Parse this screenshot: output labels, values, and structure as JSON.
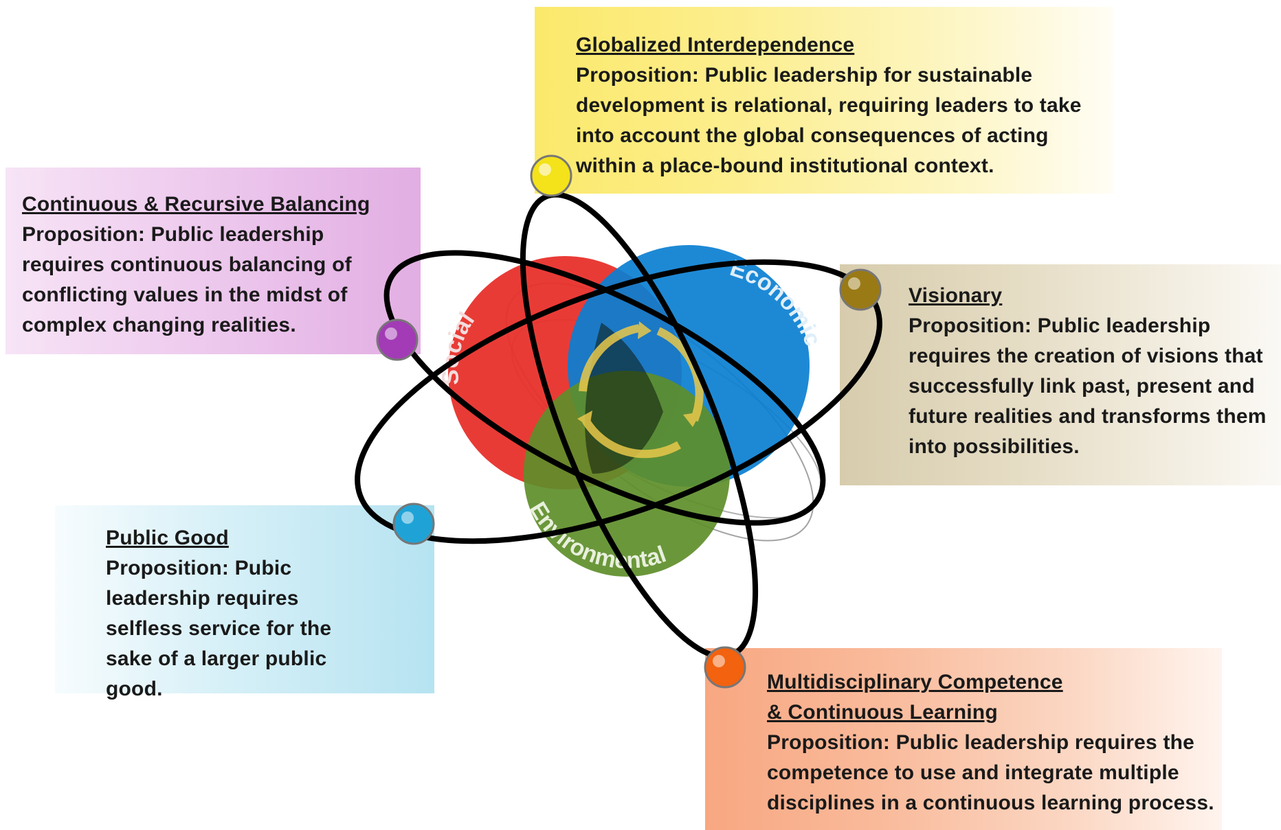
{
  "propositions": {
    "globalized": {
      "title": "Globalized Interdependence",
      "body": "Proposition: Public leadership for sustainable development is relational, requiring leaders to take into account the global consequences of acting within a place-bound institutional context."
    },
    "continuous": {
      "title": "Continuous & Recursive Balancing",
      "body": "Proposition: Public leadership requires continuous balancing of conflicting values in the midst of complex changing realities."
    },
    "visionary": {
      "title": "Visionary",
      "body": "Proposition: Public leadership requires the creation of visions that successfully link past, present and future realities and transforms them into possibilities."
    },
    "public_good": {
      "title": "Public Good",
      "body": "Proposition: Pubic leadership requires selfless service for the sake of a larger public good."
    },
    "multidisciplinary": {
      "title_line1": "Multidisciplinary Competence",
      "title_line2": "& Continuous Learning",
      "body": "Proposition: Public leadership requires the competence to use and integrate multiple disciplines in a continuous learning process."
    }
  },
  "circles": {
    "social": "Social",
    "economic": "Economic",
    "environmental": "Environmental"
  },
  "colors": {
    "social": "#e8302b",
    "economic": "#0a7fd1",
    "environmental": "#5e8e2a",
    "cycle_arrows": "#e9c84a",
    "node_yellow": "#f4e21a",
    "node_purple": "#a23bb5",
    "node_olive": "#9a7a15",
    "node_blue": "#1fa3d6",
    "node_orange": "#f2620f"
  }
}
